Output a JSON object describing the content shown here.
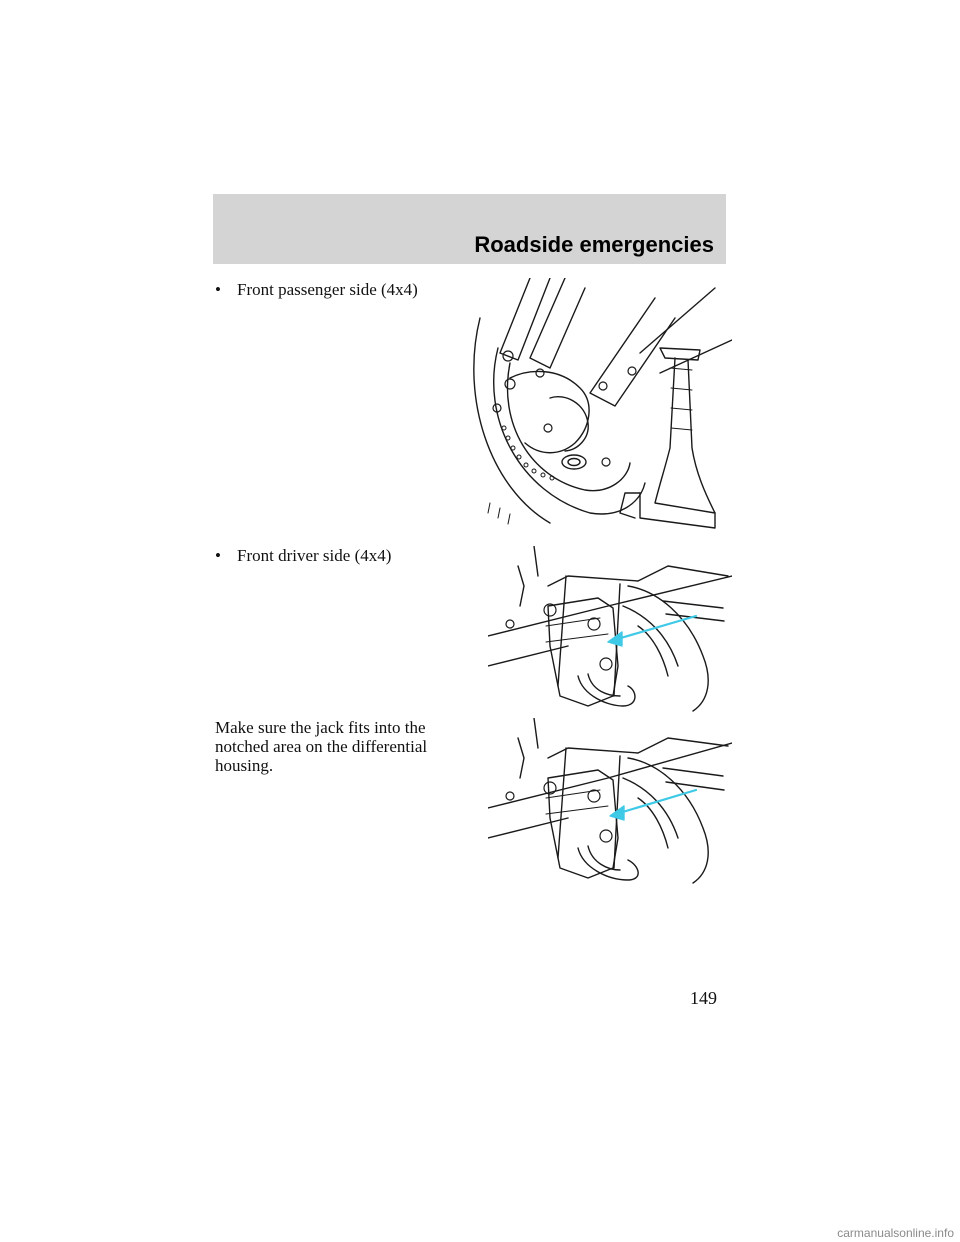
{
  "header": {
    "section_title": "Roadside emergencies"
  },
  "items": [
    {
      "bullet": "•",
      "text": "Front passenger side (4x4)"
    },
    {
      "bullet": "•",
      "text": "Front driver side (4x4)"
    }
  ],
  "note_lines": [
    "Make sure the jack fits into the",
    "notched area on the differential",
    "housing."
  ],
  "page_number": "149",
  "footer": {
    "watermark": "carmanualsonline.info"
  },
  "colors": {
    "header_band": "#d4d4d4",
    "arrow": "#3ec9e6",
    "line_art": "#1a1a1a"
  }
}
